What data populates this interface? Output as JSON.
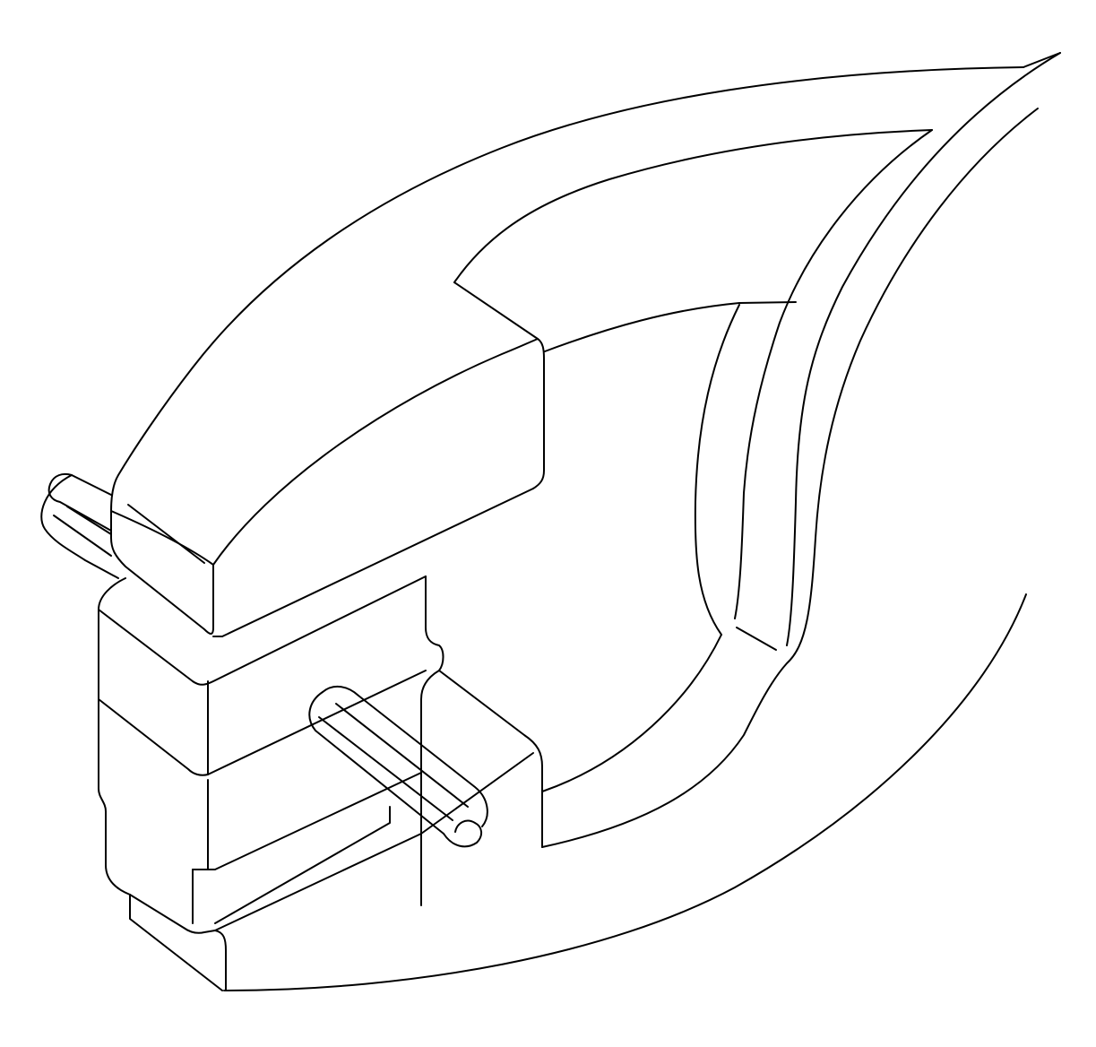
{
  "figure": {
    "kind": "technical line drawing",
    "subject": "door-handle",
    "colors": {
      "background": "#ffffff",
      "stroke": "#000000"
    },
    "parts": [
      {
        "id": "handle-outer-shell"
      },
      {
        "id": "handle-inner-recess"
      },
      {
        "id": "handle-lever"
      },
      {
        "id": "mount-block"
      },
      {
        "id": "pivot-pin-upper"
      },
      {
        "id": "pivot-pin-lower"
      }
    ]
  }
}
